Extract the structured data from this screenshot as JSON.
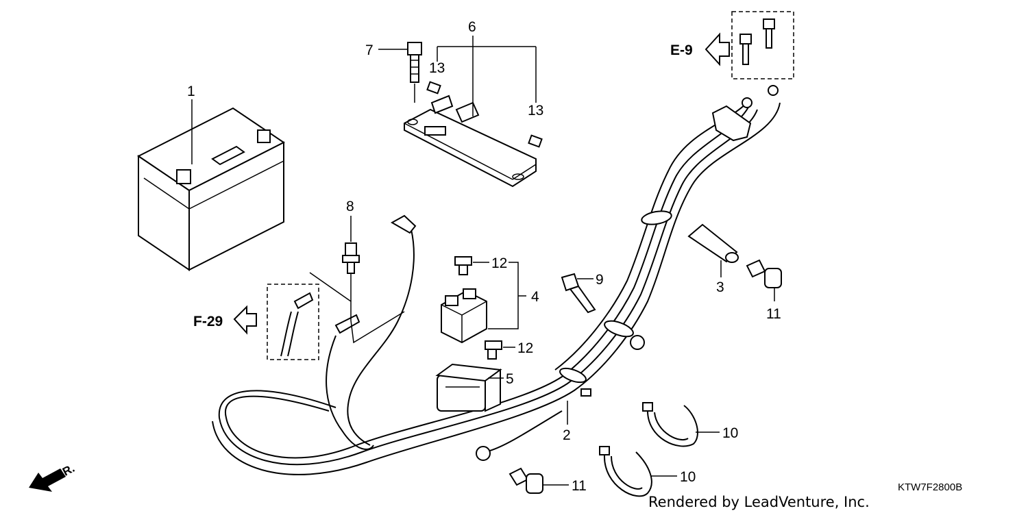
{
  "labels": {
    "p1": "1",
    "p2": "2",
    "p3": "3",
    "p4": "4",
    "p5": "5",
    "p6": "6",
    "p7": "7",
    "p8": "8",
    "p9": "9",
    "p10a": "10",
    "p10b": "10",
    "p11a": "11",
    "p11b": "11",
    "p12a": "12",
    "p12b": "12",
    "p13a": "13",
    "p13b": "13"
  },
  "refs": {
    "e9": "E-9",
    "f29": "F-29"
  },
  "front_marker": "FR.",
  "diagram_code": "KTW7F2800B",
  "credit": "Rendered by LeadVenture, Inc."
}
